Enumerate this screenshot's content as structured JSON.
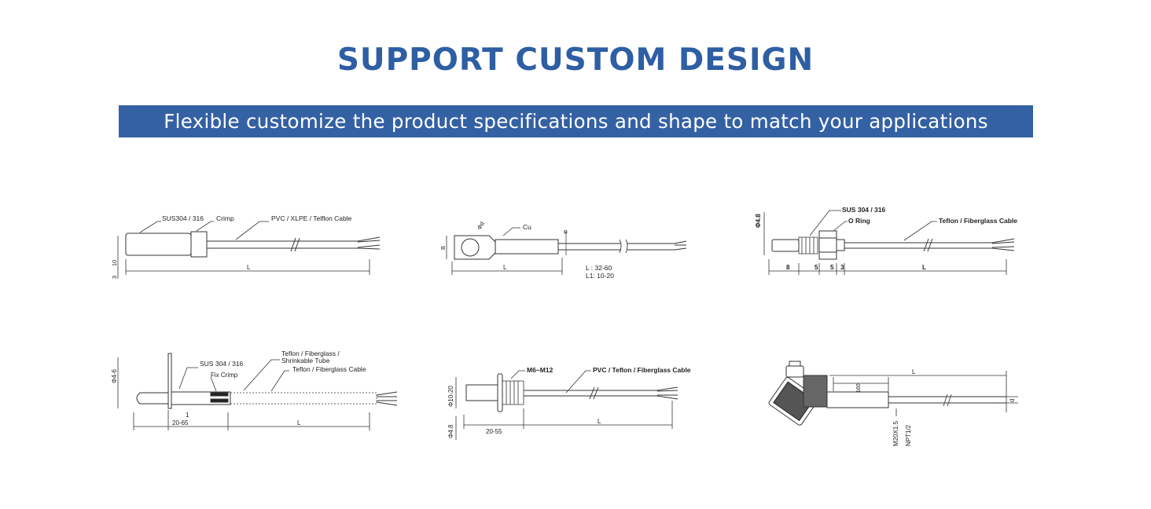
{
  "header": {
    "title": "SUPPORT CUSTOM DESIGN",
    "subtitle": "Flexible customize the product specifications and shape to match your applications"
  },
  "colors": {
    "title": "#2e5ea3",
    "banner": "#3461a3",
    "line": "#333333"
  },
  "drawings": {
    "d1": {
      "material": "SUS304 / 316",
      "crimp": "Crimp",
      "cable": "PVC / XLPE / Telflon Cable",
      "dim_a": "3",
      "dim_b": "10",
      "length": "L"
    },
    "d2": {
      "hole": "Φd",
      "ring": "Cu",
      "dim_b": "B",
      "dim_phi": "Φ",
      "length": "L",
      "range_l": "L  : 32-60",
      "range_l1": "L1: 10-20"
    },
    "d3": {
      "material": "SUS 304 / 316",
      "oring": "O Ring",
      "cable": "Teflon / Fiberglass Cable",
      "dia": "Φ4.8",
      "d1": "8",
      "d2": "5",
      "d3": "5",
      "d4": "3",
      "length": "L"
    },
    "d4": {
      "dia": "Φ4-6",
      "material": "SUS 304 / 316",
      "fix": "Fix Crimp",
      "tube1": "Teflon / Fiberglass /",
      "tube2": "Shrinkable Tube",
      "cable": "Teflon / Fiberglass Cable",
      "d1": "1",
      "range": "20-65",
      "length": "L"
    },
    "d5": {
      "thread": "M6~M12",
      "cable": "PVC / Teflon / Fiberglass Cable",
      "dia1": "Φ10-20",
      "dia2": "Φ4.8",
      "range": "20-55",
      "length": "L"
    },
    "d6": {
      "length": "L",
      "l1": "160",
      "dia": "d",
      "thread1": "M20X1.5",
      "thread2": "NPT1/2"
    }
  }
}
